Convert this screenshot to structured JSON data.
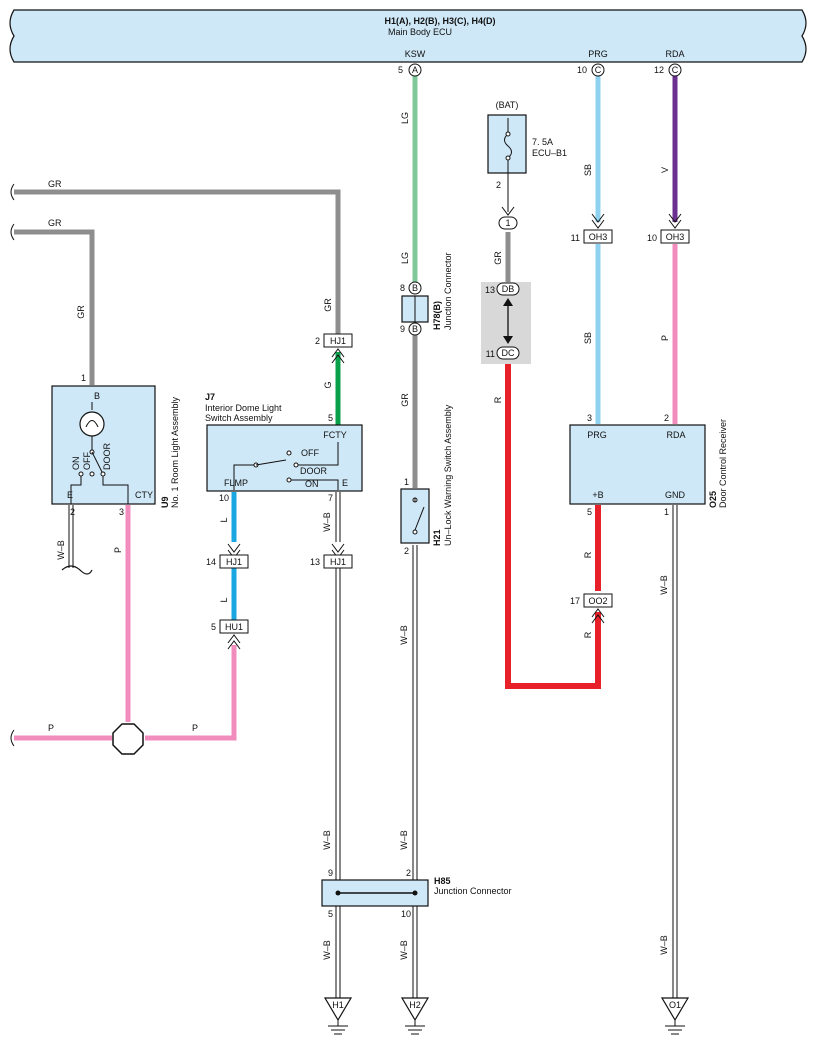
{
  "ecu": {
    "title": "H1(A), H2(B), H3(C), H4(D)",
    "subtitle": "Main Body ECU"
  },
  "ecu_pins": [
    {
      "name": "KSW",
      "num": "5",
      "letter": "A"
    },
    {
      "name": "PRG",
      "num": "10",
      "letter": "C"
    },
    {
      "name": "RDA",
      "num": "12",
      "letter": "C"
    }
  ],
  "wire_labels": {
    "gr": "GR",
    "lg": "LG",
    "g": "G",
    "sb": "SB",
    "v": "V",
    "p": "P",
    "l": "L",
    "r": "R",
    "wb": "W–B"
  },
  "fuse": {
    "label": "(BAT)",
    "rating": "7. 5A",
    "name": "ECU–B1",
    "pin": "2",
    "junction": "1"
  },
  "u9": {
    "id": "U9",
    "name": "No. 1 Room Light Assembly",
    "pins": {
      "top": "1",
      "e": "2",
      "cty": "3"
    },
    "labels": {
      "b": "B",
      "on": "ON",
      "off": "OFF",
      "door": "DOOR",
      "e": "E",
      "cty": "CTY"
    }
  },
  "j7": {
    "id": "J7",
    "name_line1": "Interior Dome Light",
    "name_line2": "Switch Assembly",
    "pins": {
      "fcty": "5",
      "flmp": "10",
      "e": "7"
    },
    "labels": {
      "fcty": "FCTY",
      "off": "OFF",
      "door": "DOOR",
      "on": "ON",
      "flmp": "FLMP",
      "e": "E"
    }
  },
  "h78": {
    "id": "H78(B)",
    "name": "Junction Connector",
    "pin_top": "8",
    "pin_bottom": "9",
    "letter": "B"
  },
  "h21": {
    "id": "H21",
    "name": "Un–Lock Warning Switch Assembly",
    "pin_top": "1",
    "pin_bottom": "2"
  },
  "o25": {
    "id": "O25",
    "name": "Door Control Receiver",
    "pins": {
      "prg": "3",
      "rda": "2",
      "b": "5",
      "gnd": "1"
    },
    "labels": {
      "prg": "PRG",
      "rda": "RDA",
      "b": "+B",
      "gnd": "GND"
    }
  },
  "h85": {
    "id": "H85",
    "name": "Junction Connector",
    "pins": {
      "tl": "9",
      "tr": "2",
      "bl": "5",
      "br": "10"
    }
  },
  "connectors": {
    "hj1_a": {
      "name": "HJ1",
      "pin": "2"
    },
    "hj1_b": {
      "name": "HJ1",
      "pin": "14"
    },
    "hu1": {
      "name": "HU1",
      "pin": "5"
    },
    "hj1_c": {
      "name": "HJ1",
      "pin": "13"
    },
    "oh3_a": {
      "name": "OH3",
      "pin": "11"
    },
    "oh3_b": {
      "name": "OH3",
      "pin": "10"
    },
    "oo2": {
      "name": "OO2",
      "pin": "17"
    },
    "db": {
      "name": "DB",
      "pin": "13"
    },
    "dc": {
      "name": "DC",
      "pin": "11"
    }
  },
  "grounds": [
    {
      "name": "H1"
    },
    {
      "name": "H2"
    },
    {
      "name": "O1"
    }
  ],
  "colors": {
    "gr": "#8e8e8e",
    "lg": "#7fc89a",
    "g": "#0aa04a",
    "sb": "#8fd2f0",
    "v": "#6a2f8f",
    "p": "#f28cbd",
    "l": "#1aa6e0",
    "r": "#e8202a",
    "box": "#cfe8f7"
  }
}
